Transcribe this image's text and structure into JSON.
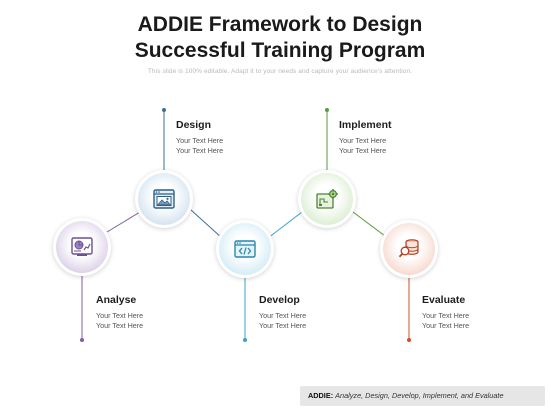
{
  "header": {
    "title_line1": "ADDIE Framework to Design",
    "title_line2": "Successful Training Program",
    "subtitle": "This slide is 100% editable. Adapt it to your needs and capture your audience's attention."
  },
  "stages": {
    "analyse": {
      "name": "Analyse",
      "line1": "Your Text Here",
      "line2": "Your Text Here",
      "color": "#7e5fa6",
      "icon": "analytics-report-icon"
    },
    "design": {
      "name": "Design",
      "line1": "Your Text Here",
      "line2": "Your Text Here",
      "color": "#3d6f99",
      "icon": "image-window-icon"
    },
    "develop": {
      "name": "Develop",
      "line1": "Your Text Here",
      "line2": "Your Text Here",
      "color": "#3ba3c9",
      "icon": "code-window-icon"
    },
    "implement": {
      "name": "Implement",
      "line1": "Your Text Here",
      "line2": "Your Text Here",
      "color": "#5a9a3e",
      "icon": "gear-board-icon"
    },
    "evaluate": {
      "name": "Evaluate",
      "line1": "Your Text Here",
      "line2": "Your Text Here",
      "color": "#d14f2c",
      "icon": "database-search-icon"
    }
  },
  "footer": {
    "label": "ADDIE:",
    "text": "Analyze, Design, Develop, Implement, and Evaluate"
  }
}
